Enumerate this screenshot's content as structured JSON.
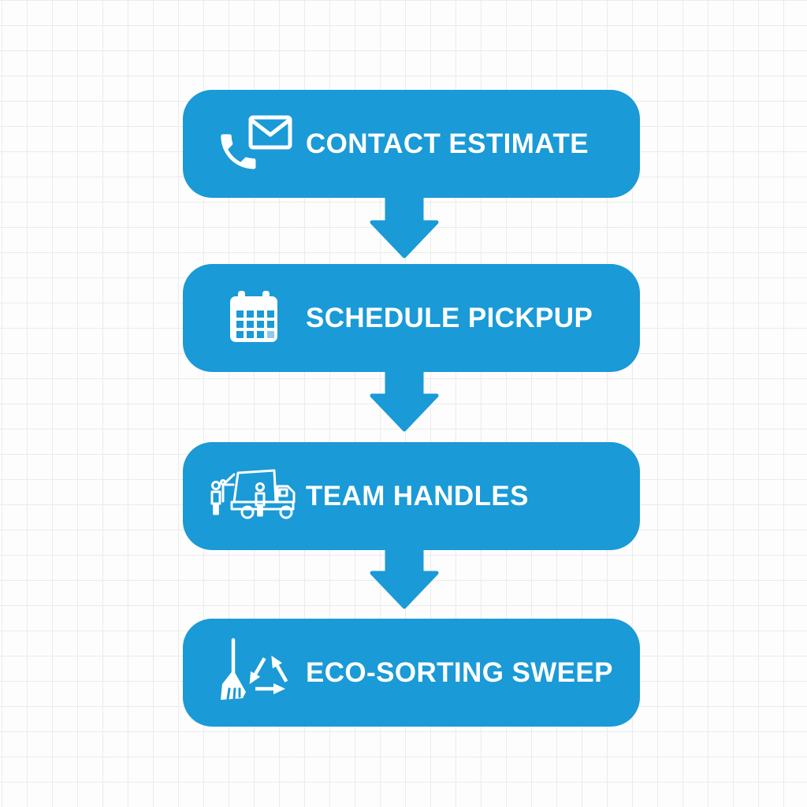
{
  "diagram": {
    "accent_color": "#1A9AD6",
    "label_color": "#FFFFFF",
    "connector": "down-arrow",
    "steps": [
      {
        "label": "CONTACT ESTIMATE",
        "icons": [
          "phone-icon",
          "envelope-icon"
        ]
      },
      {
        "label": "SCHEDULE PICKPUP",
        "icons": [
          "calendar-icon"
        ]
      },
      {
        "label": "TEAM HANDLES",
        "icons": [
          "garbage-truck-icon",
          "worker-icon"
        ]
      },
      {
        "label": "ECO-SORTING SWEEP",
        "icons": [
          "broom-icon",
          "recycle-icon"
        ]
      }
    ]
  }
}
